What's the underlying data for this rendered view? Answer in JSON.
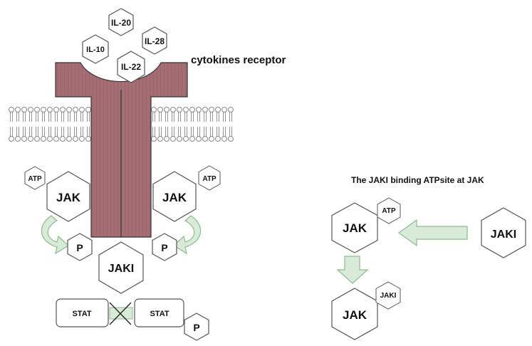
{
  "labels": {
    "receptor": "cytokines receptor",
    "binding_title": "The JAKI binding ATPsite at JAK"
  },
  "cytokines": [
    "IL-20",
    "IL-28",
    "IL-10",
    "IL-22"
  ],
  "left_panel": {
    "jak": "JAK",
    "atp": "ATP",
    "p": "P",
    "jaki": "JAKI",
    "stat": "STAT"
  },
  "right_panel": {
    "jak": "JAK",
    "atp": "ATP",
    "jaki": "JAKI",
    "jaki_small": "JAKI"
  },
  "colors": {
    "receptor_fill": "#a06b72",
    "arrow_fill": "#d8ebd8",
    "arrow_stroke": "#8fb98f",
    "outline": "#555555",
    "membrane": "#888888"
  }
}
